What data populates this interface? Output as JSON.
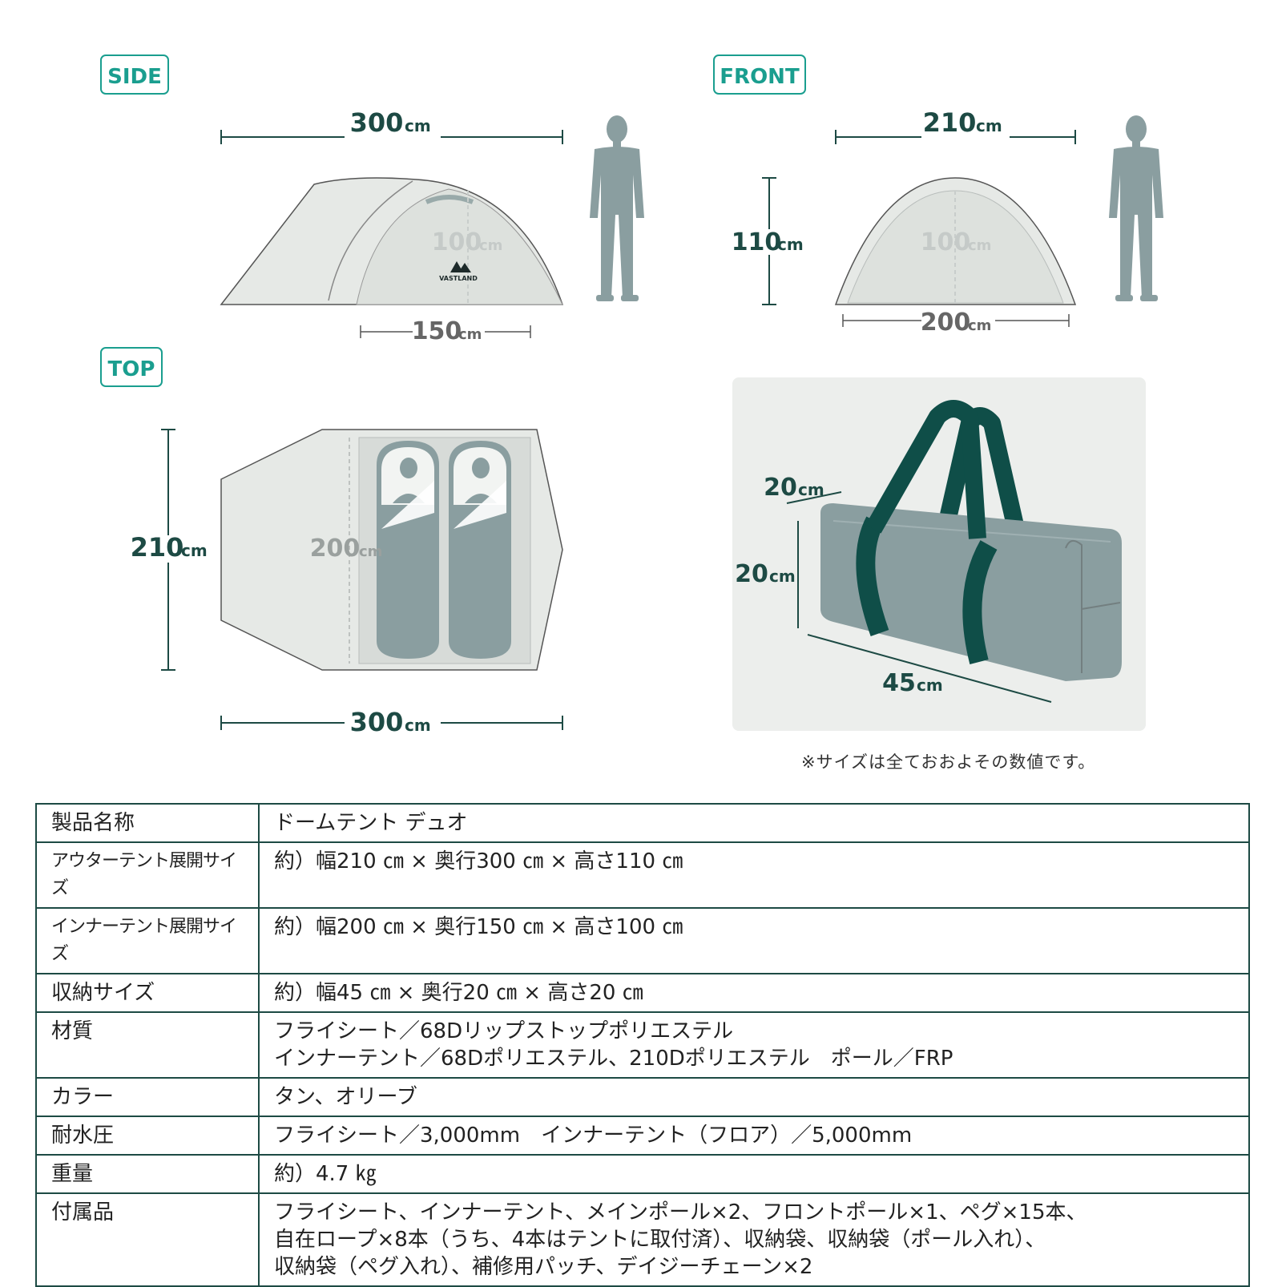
{
  "views": {
    "side": {
      "label": "SIDE",
      "length": "300",
      "length_unit": "cm",
      "inner_height": "100",
      "inner_height_unit": "cm",
      "inner_depth": "150",
      "inner_depth_unit": "cm",
      "logo_text": "VASTLAND"
    },
    "front": {
      "label": "FRONT",
      "width": "210",
      "width_unit": "cm",
      "height": "110",
      "height_unit": "cm",
      "inner_height": "100",
      "inner_height_unit": "cm",
      "inner_width": "200",
      "inner_width_unit": "cm"
    },
    "top": {
      "label": "TOP",
      "width": "210",
      "width_unit": "cm",
      "inner_length": "200",
      "inner_length_unit": "cm",
      "length": "300",
      "length_unit": "cm"
    },
    "bag": {
      "depth": "20",
      "depth_unit": "cm",
      "height": "20",
      "height_unit": "cm",
      "width": "45",
      "width_unit": "cm"
    }
  },
  "note": "※サイズは全ておおよその数値です。",
  "specs": [
    {
      "label": "製品名称",
      "values": [
        "ドームテント デュオ"
      ]
    },
    {
      "label": "アウターテント展開サイズ",
      "values": [
        "約）幅210 ㎝ × 奥行300 ㎝ × 高さ110 ㎝"
      ]
    },
    {
      "label": "インナーテント展開サイズ",
      "values": [
        "約）幅200 ㎝ × 奥行150 ㎝ × 高さ100 ㎝"
      ]
    },
    {
      "label": "収納サイズ",
      "values": [
        "約）幅45 ㎝ × 奥行20 ㎝ × 高さ20 ㎝"
      ]
    },
    {
      "label": "材質",
      "values": [
        "フライシート／68Dリップストップポリエステル",
        "インナーテント／68Dポリエステル、210Dポリエステル　ポール／FRP"
      ]
    },
    {
      "label": "カラー",
      "values": [
        "タン、オリーブ"
      ]
    },
    {
      "label": "耐水圧",
      "values": [
        "フライシート／3,000mm　インナーテント（フロア）／5,000mm"
      ]
    },
    {
      "label": "重量",
      "values": [
        "約）4.7 ㎏"
      ]
    },
    {
      "label": "付属品",
      "values": [
        "フライシート、インナーテント、メインポール×2、フロントポール×1、ペグ×15本、",
        "自在ロープ×8本（うち、4本はテントに取付済）、収納袋、収納袋（ポール入れ）、",
        "収納袋（ペグ入れ）、補修用パッチ、デイジーチェーン×2"
      ]
    }
  ],
  "colors": {
    "accent": "#1a9e8f",
    "dark_green": "#1d4a44",
    "strap": "#0f4e48",
    "gray_figure": "#8a9ea0",
    "tent_fill": "#e6e9e6"
  }
}
